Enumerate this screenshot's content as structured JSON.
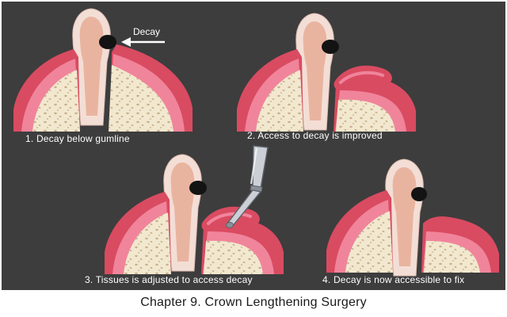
{
  "figure": {
    "footer_title": "Chapter 9. Crown Lengthening Surgery"
  },
  "annotations": {
    "decay_label": "Decay"
  },
  "panels": [
    {
      "caption": "1. Decay below gumline"
    },
    {
      "caption": "2. Access to decay is improved"
    },
    {
      "caption": "3. Tissues is adjusted to access decay"
    },
    {
      "caption": "4. Decay is now accessible to fix"
    }
  ],
  "colors": {
    "background": "#3d3d3d",
    "border": "#ffffff",
    "label_text": "#ffffff",
    "footer_text": "#1a1a1a",
    "gum_outer": "#d94b61",
    "gum_inner": "#f0849b",
    "bone": "#f2e8cf",
    "bone_speckle": "#c8b28c",
    "tooth_enamel": "#f3ded6",
    "tooth_dentin": "#e9b49f",
    "decay": "#131313"
  }
}
